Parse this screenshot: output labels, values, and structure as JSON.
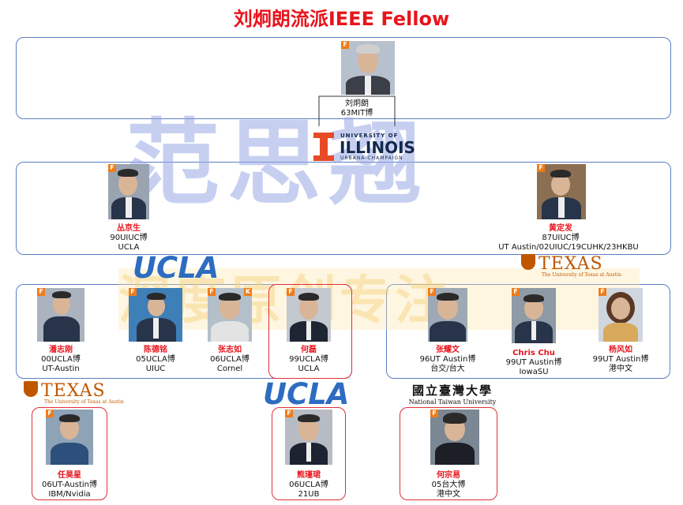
{
  "title": "刘炯朗流派IEEE Fellow",
  "watermarks": {
    "large": "范思翘",
    "band": "深度原创专注"
  },
  "colors": {
    "name_red": "#e8141c",
    "box_blue": "#5a7fc2",
    "badge_orange": "#ef7c1a",
    "ucla_blue": "#2d6cc0",
    "texas_orange": "#bf5700"
  },
  "badge_f": "F",
  "badge_k": "K",
  "root": {
    "name": "刘炯朗",
    "degree": "63MIT博"
  },
  "logos": {
    "illinois_top": "UNIVERSITY OF",
    "illinois_main": "ILLINOIS",
    "illinois_bottom": "URBANA-CHAMPAIGN",
    "ucla": "UCLA",
    "texas_word": "TEXAS",
    "texas_small": "The University of Texas at Austin",
    "ntu_chinese": "國立臺灣大學",
    "ntu_english": "National Taiwan University"
  },
  "level2": [
    {
      "name": "丛京生",
      "degree": "90UIUC博",
      "affiliation": "UCLA"
    },
    {
      "name": "黄定发",
      "degree": "87UIUC博",
      "affiliation": "UT Austin/02UIUC/19CUHK/23HKBU"
    }
  ],
  "ucla_group": [
    {
      "name": "潘志刚",
      "degree": "00UCLA博",
      "affiliation": "UT-Austin"
    },
    {
      "name": "陈德铭",
      "degree": "05UCLA博",
      "affiliation": "UIUC"
    },
    {
      "name": "张志如",
      "degree": "06UCLA博",
      "affiliation": "Cornel"
    },
    {
      "name": "何磊",
      "degree": "99UCLA博",
      "affiliation": "UCLA"
    }
  ],
  "texas_group": [
    {
      "name": "张耀文",
      "degree": "96UT Austin博",
      "affiliation": "台交/台大"
    },
    {
      "name": "Chris Chu",
      "degree": "99UT Austin博",
      "affiliation": "IowaSU"
    },
    {
      "name": "杨风如",
      "degree": "99UT Austin博",
      "affiliation": "港中文"
    }
  ],
  "level4": [
    {
      "name": "任昊星",
      "degree": "06UT-Austin博",
      "affiliation": "IBM/Nvidia"
    },
    {
      "name": "熊瑾珺",
      "degree": "06UCLA博",
      "affiliation": "21UB"
    },
    {
      "name": "何宗易",
      "degree": "05台大博",
      "affiliation": "港中文"
    }
  ]
}
